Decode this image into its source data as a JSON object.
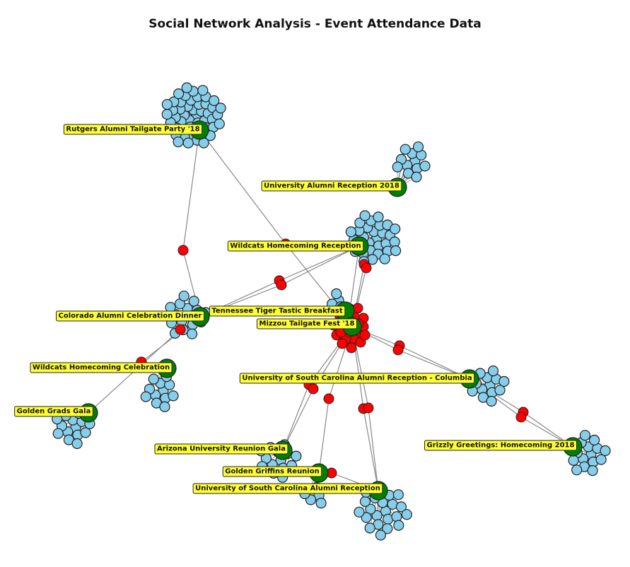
{
  "title": "Social Network Analysis - Event Attendance Data",
  "colors": {
    "event": "#008000",
    "attendee": "#87CEEB",
    "bridge": "#FF0000",
    "edge": "#888888",
    "label_bg": "#FFFF33"
  },
  "events": [
    {
      "id": "rutgers",
      "label": "Rutgers Alumni Tailgate Party '18",
      "attendees": 50
    },
    {
      "id": "uar2018",
      "label": "University Alumni Reception 2018",
      "attendees": 12
    },
    {
      "id": "wildcats_rec",
      "label": "Wildcats Homecoming Reception",
      "attendees": 30
    },
    {
      "id": "tennessee",
      "label": "Tennessee Tiger Tastic Breakfast",
      "attendees": 4
    },
    {
      "id": "mizzou",
      "label": "Mizzou Tailgate Fest '18",
      "attendees": 0
    },
    {
      "id": "colorado",
      "label": "Colorado Alumni Celebration Dinner",
      "attendees": 16
    },
    {
      "id": "wildcats_cel",
      "label": "Wildcats Homecoming Celebration",
      "attendees": 12
    },
    {
      "id": "usc_columbia",
      "label": "University of South Carolina Alumni Reception - Columbia",
      "attendees": 14
    },
    {
      "id": "golden_grads",
      "label": "Golden Grads Gala",
      "attendees": 14
    },
    {
      "id": "grizzly",
      "label": "Grizzly Greetings: Homecoming 2018",
      "attendees": 16
    },
    {
      "id": "arizona",
      "label": "Arizona University Reunion Gala",
      "attendees": 14
    },
    {
      "id": "golden_griffins",
      "label": "Golden Griffins Reunion",
      "attendees": 5
    },
    {
      "id": "usc",
      "label": "University of South Carolina Alumni Reception",
      "attendees": 22
    }
  ],
  "shared_attendees": [
    {
      "events": [
        "rutgers",
        "colorado"
      ]
    },
    {
      "events": [
        "rutgers",
        "mizzou"
      ]
    },
    {
      "events": [
        "wildcats_rec",
        "colorado"
      ]
    },
    {
      "events": [
        "wildcats_rec",
        "colorado"
      ]
    },
    {
      "events": [
        "wildcats_rec",
        "tennessee"
      ]
    },
    {
      "events": [
        "wildcats_rec",
        "mizzou"
      ]
    },
    {
      "events": [
        "wildcats_rec",
        "mizzou"
      ]
    },
    {
      "events": [
        "colorado",
        "wildcats_cel"
      ]
    },
    {
      "events": [
        "colorado",
        "golden_grads"
      ]
    },
    {
      "events": [
        "mizzou",
        "usc_columbia"
      ]
    },
    {
      "events": [
        "mizzou",
        "usc_columbia"
      ]
    },
    {
      "events": [
        "usc_columbia",
        "grizzly"
      ]
    },
    {
      "events": [
        "usc_columbia",
        "grizzly"
      ]
    },
    {
      "events": [
        "mizzou",
        "arizona"
      ]
    },
    {
      "events": [
        "mizzou",
        "arizona"
      ]
    },
    {
      "events": [
        "mizzou",
        "golden_griffins"
      ]
    },
    {
      "events": [
        "mizzou",
        "usc"
      ]
    },
    {
      "events": [
        "mizzou",
        "usc"
      ]
    },
    {
      "events": [
        "golden_griffins",
        "usc"
      ]
    }
  ],
  "mizzou_core_shared": 22
}
